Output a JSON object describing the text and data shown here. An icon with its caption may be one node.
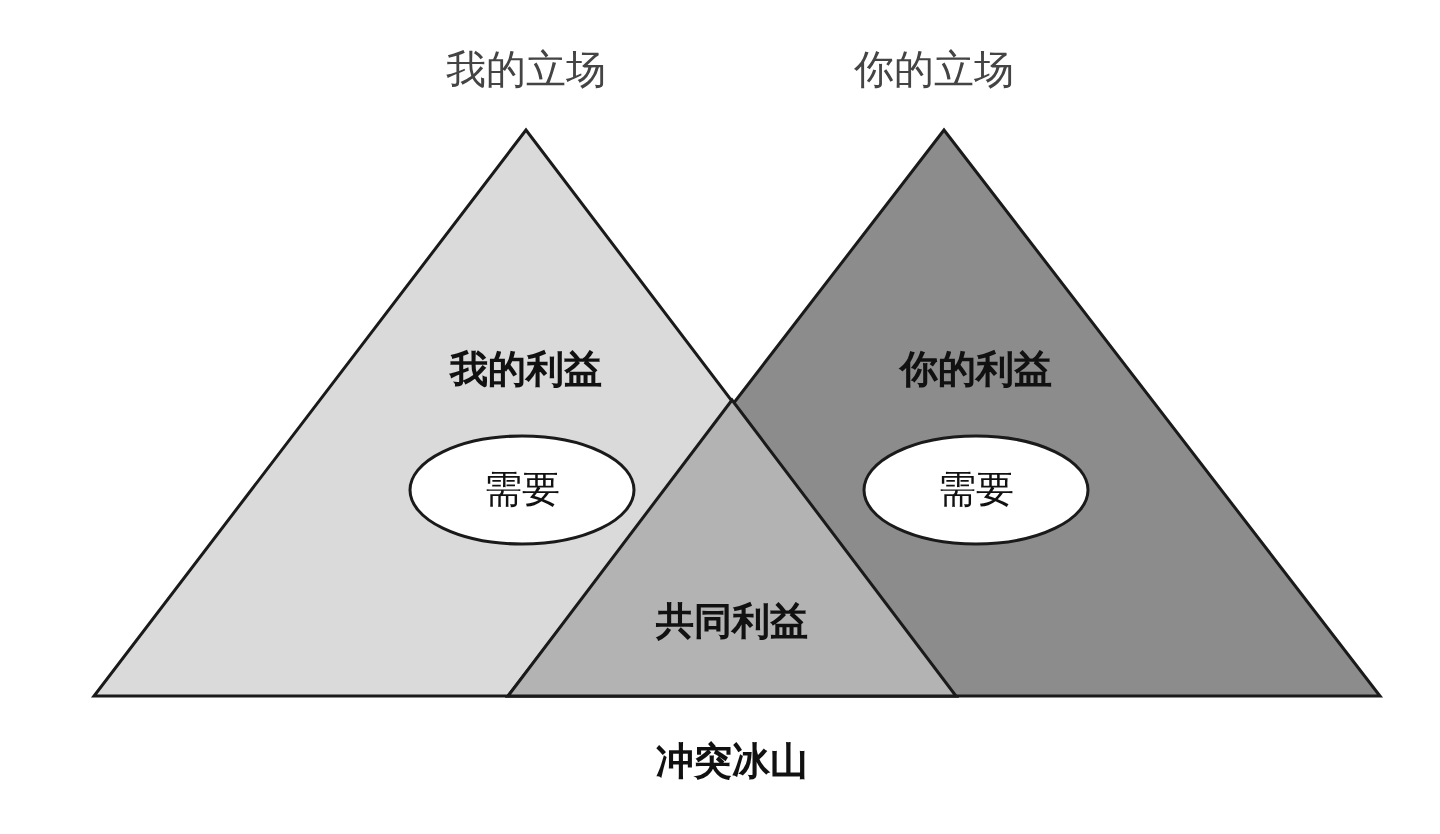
{
  "diagram": {
    "caption": "冲突冰山",
    "nodes": [
      {
        "text": [
          "我的立场",
          "我的利益"
        ]
      },
      {
        "text": [
          "需要"
        ],
        "in": 0
      },
      {
        "text": [
          "你的立场",
          "你的利益"
        ]
      },
      {
        "text": [
          "需要"
        ],
        "in": 2
      },
      {
        "text": [
          "共同利益"
        ]
      }
    ]
  }
}
